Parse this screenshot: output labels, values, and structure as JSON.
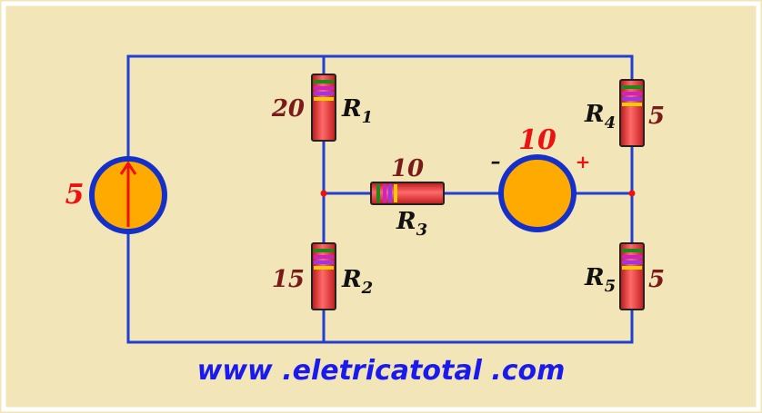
{
  "circuit": {
    "source_left": {
      "value": "5"
    },
    "source_middle": {
      "value": "10",
      "minus": "–",
      "plus": "+"
    },
    "resistors": {
      "r1": {
        "name": "R",
        "sub": "1",
        "value": "20"
      },
      "r2": {
        "name": "R",
        "sub": "2",
        "value": "15"
      },
      "r3": {
        "name": "R",
        "sub": "3",
        "value": "10"
      },
      "r4": {
        "name": "R",
        "sub": "4",
        "value": "5"
      },
      "r5": {
        "name": "R",
        "sub": "5",
        "value": "5"
      }
    }
  },
  "footer": {
    "url": "www .eletricatotal .com"
  },
  "colors": {
    "background": "#f2e6b8",
    "border": "#ffffff",
    "wire": "#1f3fd6",
    "source_fill": "#ffaa00",
    "source_ring": "#1530c8",
    "resistor_body": "#e83030",
    "node": "#ee1111"
  }
}
